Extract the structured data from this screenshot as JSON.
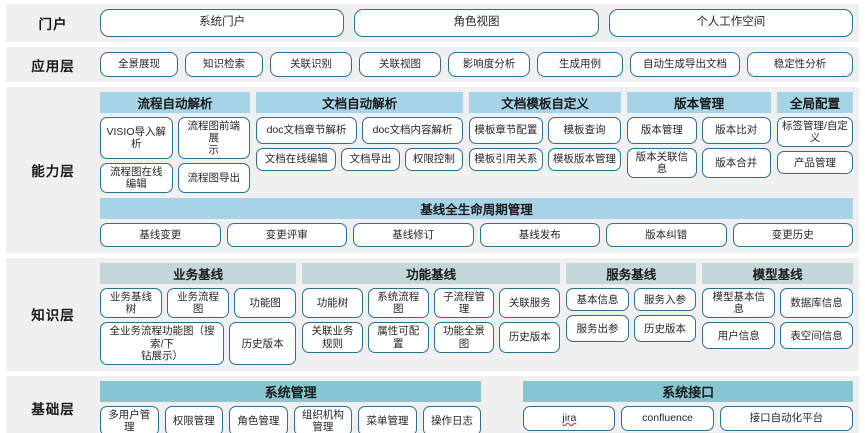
{
  "layers": [
    {
      "label": "门户"
    },
    {
      "label": "应用层"
    },
    {
      "label": "能力层"
    },
    {
      "label": "知识层"
    },
    {
      "label": "基础层"
    }
  ],
  "portal": {
    "label": "门户",
    "items": [
      "系统门户",
      "角色视图",
      "个人工作空间"
    ]
  },
  "application": {
    "label": "应用层",
    "items": [
      "全景展现",
      "知识检索",
      "关联识别",
      "关联视图",
      "影响度分析",
      "生成用例",
      "自动生成导出文档",
      "稳定性分析"
    ]
  },
  "capability": {
    "label": "能力层",
    "groups": [
      {
        "title": "流程自动解析",
        "flex": 142,
        "rows": [
          [
            "VISIO导入解析",
            "流程图前端展\n示"
          ],
          [
            "流程图在线编辑",
            "流程图导出"
          ]
        ]
      },
      {
        "title": "文档自动解析",
        "flex": 196,
        "rows": [
          [
            "doc文档章节解析",
            "doc文档内容解析"
          ],
          [
            "文档在线编辑",
            "文档导出",
            "权限控制"
          ]
        ]
      },
      {
        "title": "文档模板自定义",
        "flex": 144,
        "rows": [
          [
            "模板章节配置",
            "模板查询"
          ],
          [
            "模板引用关系",
            "模板版本管理"
          ]
        ]
      },
      {
        "title": "版本管理",
        "flex": 136,
        "rows": [
          [
            "版本管理",
            "版本比对"
          ],
          [
            "版本关联信息",
            "版本合并"
          ]
        ]
      },
      {
        "title": "全局配置",
        "flex": 72,
        "rows": [
          [
            "标签管理/自定\n义"
          ],
          [
            "产品管理"
          ]
        ]
      }
    ],
    "lifecycle": {
      "title": "基线全生命周期管理",
      "items": [
        "基线变更",
        "变更评审",
        "基线修订",
        "基线发布",
        "版本纠错",
        "变更历史"
      ]
    }
  },
  "knowledge": {
    "label": "知识层",
    "groups": [
      {
        "title": "业务基线",
        "flex": 190,
        "rows": [
          [
            "业务基线树",
            "业务流程图",
            "功能图"
          ],
          [
            "全业务流程功能图（搜索/下\n钻展示）",
            "历史版本"
          ]
        ],
        "row2flex": [
          2,
          1
        ]
      },
      {
        "title": "功能基线",
        "flex": 250,
        "rows": [
          [
            "功能树",
            "系统流程图",
            "子流程管理",
            "关联服务"
          ],
          [
            "关联业务规则",
            "属性可配置",
            "功能全景图",
            "历史版本"
          ]
        ]
      },
      {
        "title": "服务基线",
        "flex": 126,
        "rows": [
          [
            "基本信息",
            "服务入参"
          ],
          [
            "服务出参",
            "历史版本"
          ]
        ]
      },
      {
        "title": "模型基线",
        "flex": 146,
        "rows": [
          [
            "模型基本信息",
            "数据库信息"
          ],
          [
            "用户信息",
            "表空间信息"
          ]
        ]
      }
    ]
  },
  "foundation": {
    "label": "基础层",
    "groups": [
      {
        "title": "系统管理",
        "flex": 370,
        "items": [
          "多用户管理",
          "权限管理",
          "角色管理",
          "组织机构管理",
          "菜单管理",
          "操作日志"
        ],
        "spell": []
      },
      {
        "title": "系统接口",
        "flex": 320,
        "items": [
          "jira",
          "confluence",
          "接口自动化平台"
        ],
        "spell": [
          "jira"
        ]
      }
    ]
  },
  "colors": {
    "pill_border": "#2e6e8e",
    "header_blue": "#a6d4e6",
    "header_slate": "#c3d6da",
    "header_teal": "#86c6d0",
    "band_bg": "#f0f0f0",
    "spell_underline": "#e03030"
  }
}
